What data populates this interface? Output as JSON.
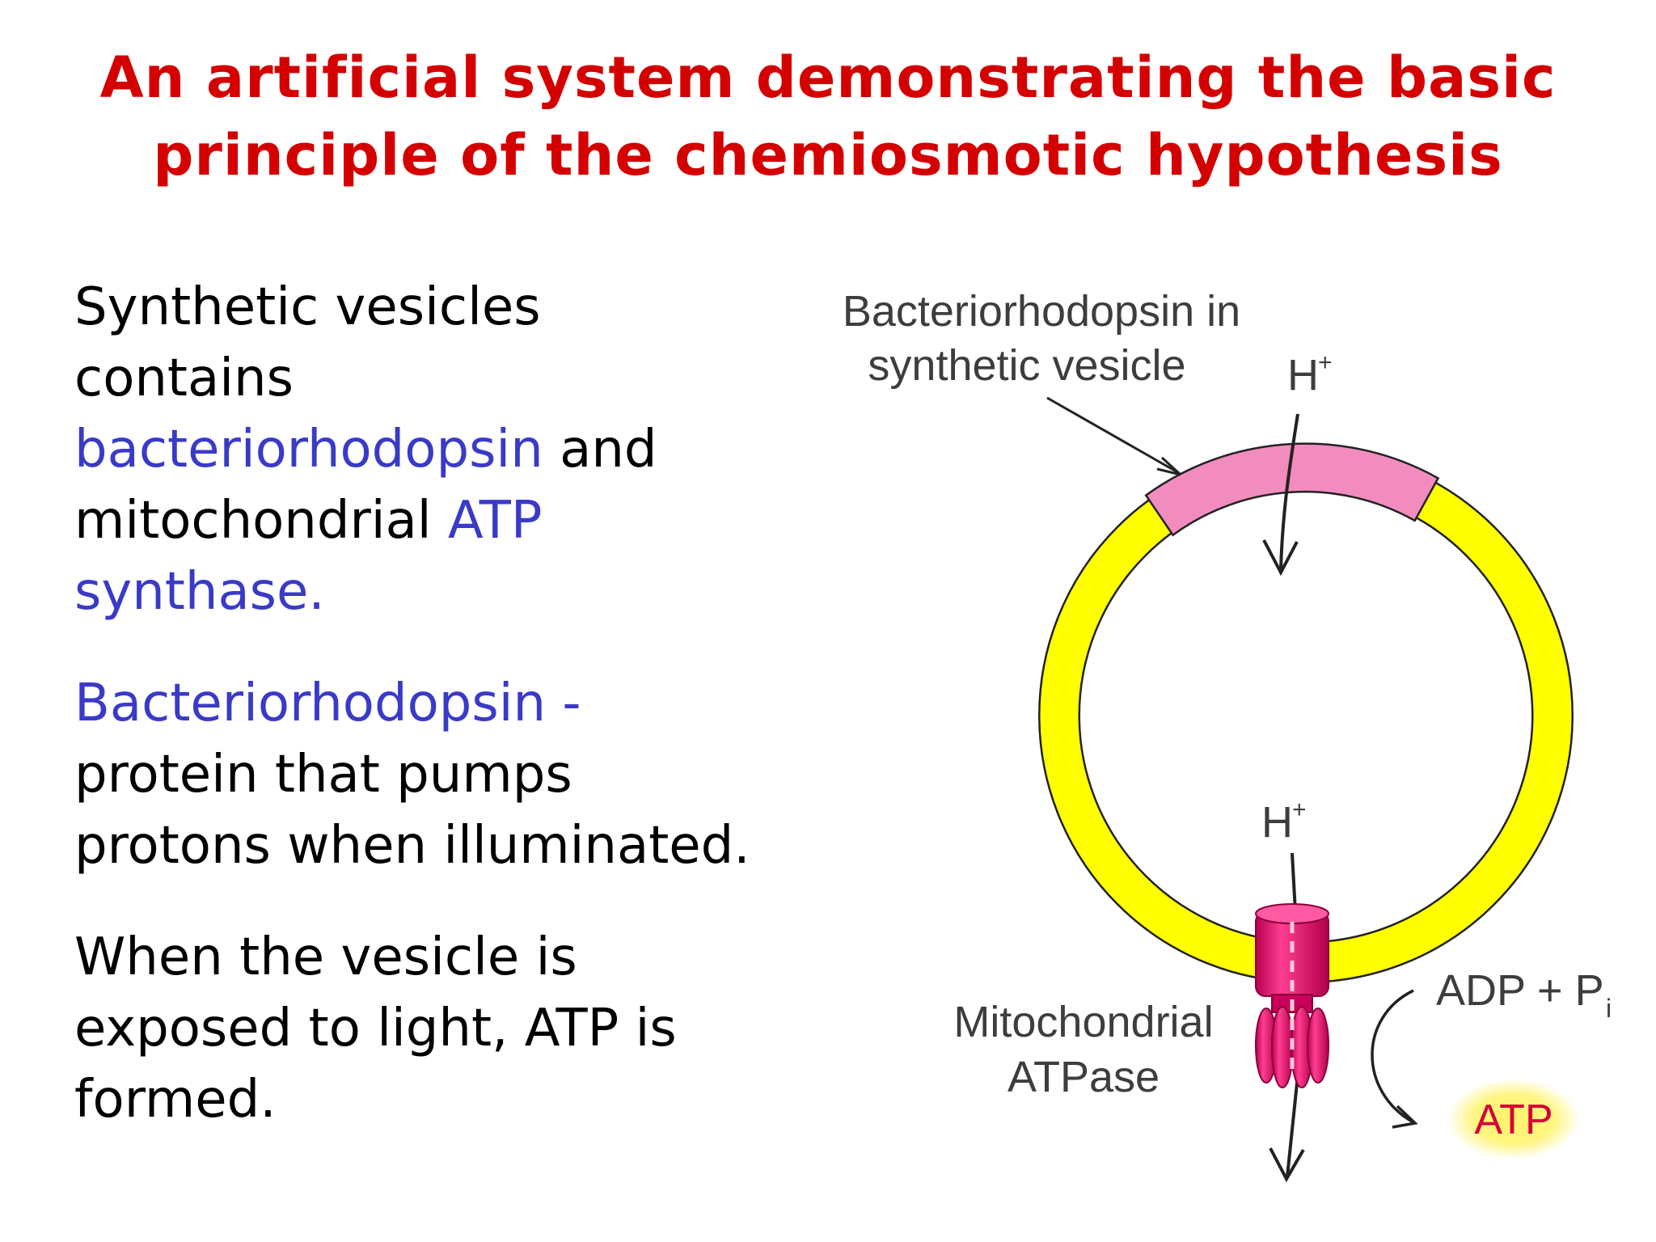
{
  "title": {
    "line1": "An artificial system demonstrating the basic",
    "line2": "principle of the chemiosmotic hypothesis"
  },
  "text": {
    "p1": {
      "l1": "Synthetic vesicles",
      "l2": "contains",
      "l3_hl": "bacteriorhodopsin",
      "l3_rest": " and",
      "l4_start": "mitochondrial ",
      "l4_hl": "ATP",
      "l5_hl": "synthase."
    },
    "p2": {
      "l1_hl": "Bacteriorhodopsin -",
      "l2": "protein that pumps",
      "l3": "protons when illuminated."
    },
    "p3": {
      "l1": "When the vesicle is",
      "l2": "exposed to light, ATP is",
      "l3": "formed."
    }
  },
  "diagram": {
    "bacterio_label_1": "Bacteriorhodopsin in",
    "bacterio_label_2": "synthetic vesicle",
    "proton_top": "H",
    "proton_top_sup": "+",
    "proton_mid": "H",
    "proton_mid_sup": "+",
    "atpase_label_1": "Mitochondrial",
    "atpase_label_2": "ATPase",
    "adp_label": "ADP + P",
    "adp_sub": "i",
    "atp_label": "ATP"
  },
  "colors": {
    "title": "#d40000",
    "highlight": "#3a3ac8",
    "membrane": "#ffff00",
    "bacteriorhodopsin": "#f28cbf",
    "atpase": "#e0166f",
    "atp_glow": "#fff36a"
  }
}
